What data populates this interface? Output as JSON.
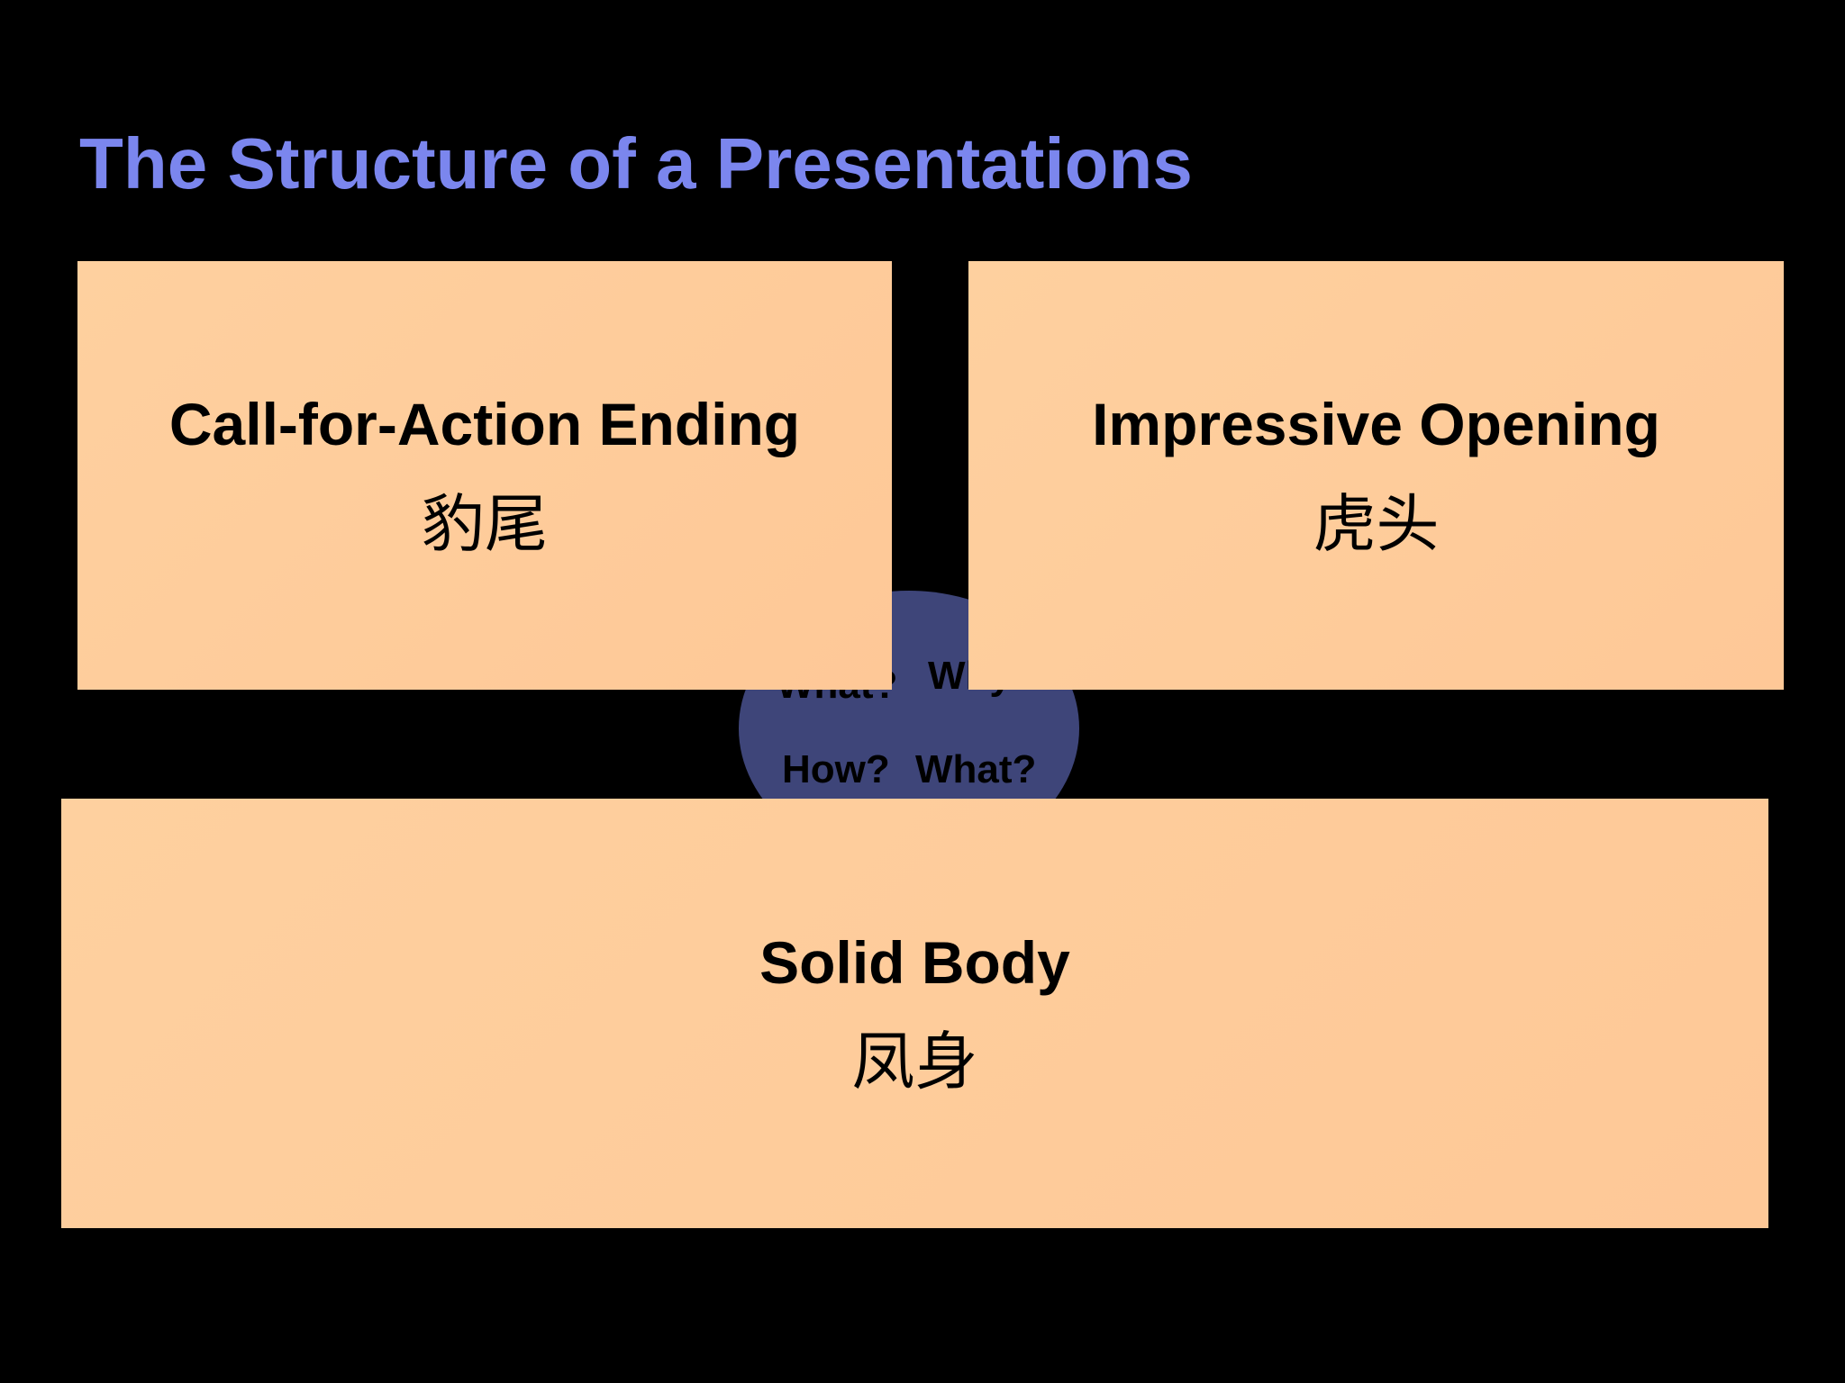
{
  "slide": {
    "title": "The Structure of a Presentations"
  },
  "center_circle": {
    "questions": {
      "what_top": "What?",
      "why_top": "Why?",
      "how": "How?",
      "what_bottom": "What?"
    }
  },
  "boxes": {
    "ending": {
      "label_en": "Call-for-Action Ending",
      "label_cn": "豹尾"
    },
    "opening": {
      "label_en": "Impressive Opening",
      "label_cn": "虎头"
    },
    "body": {
      "label_en": "Solid Body",
      "label_cn": "凤身"
    }
  },
  "colors": {
    "background": "#000000",
    "title": "#7b86ee",
    "box_fill": "#fec897",
    "circle_fill": "#3e4579",
    "text": "#000000"
  }
}
